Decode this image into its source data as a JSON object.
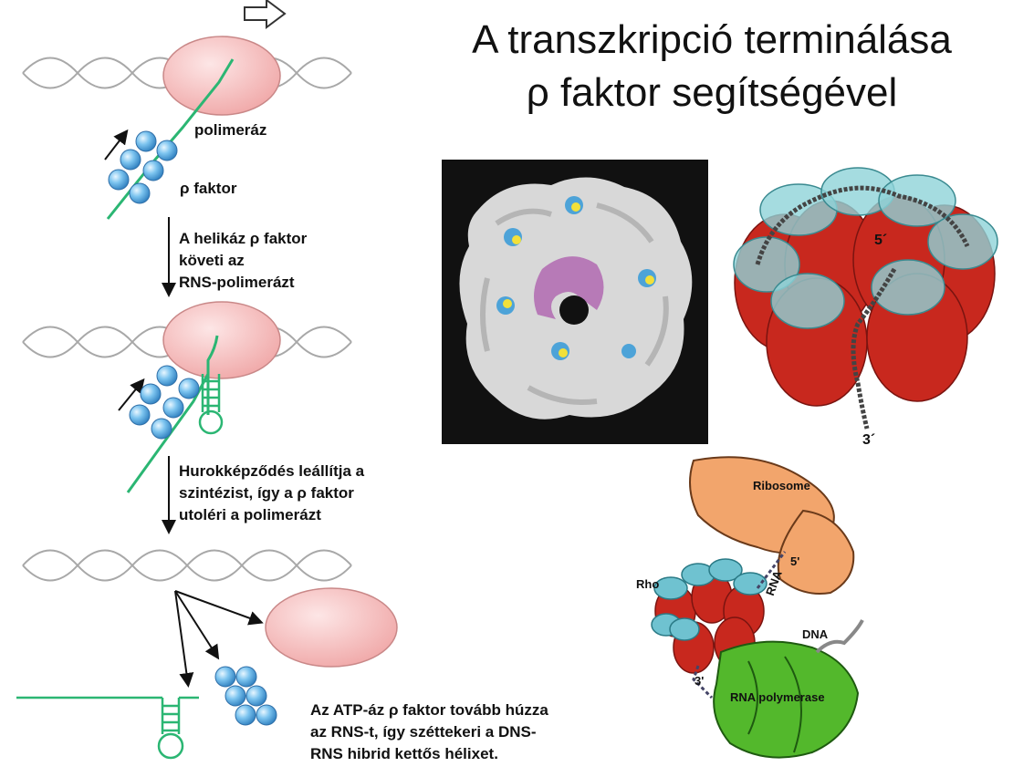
{
  "title": {
    "line1": "A transzkripció terminálása",
    "line2": "ρ faktor segítségével"
  },
  "steps": {
    "polymerase_label": "polimeráz",
    "rho_label": "ρ faktor",
    "step1": [
      "A helikáz ρ faktor",
      "követi az",
      "RNS-polimerázt"
    ],
    "step2": [
      "Hurokképződés leállítja a",
      "szintézist, így a ρ faktor",
      "utoléri a polimerázt"
    ],
    "step3": [
      "Az ATP-áz ρ faktor tovább húzza",
      "az RNS-t, így széttekeri a DNS-",
      "RNS hibrid kettős hélixet."
    ]
  },
  "hexamer_diagram": {
    "label_5prime": "5´",
    "label_3prime": "3´"
  },
  "ribosome_diagram": {
    "ribosome": "Ribosome",
    "rho": "Rho",
    "rna": "RNA",
    "dna": "DNA",
    "rna_polymerase": "RNA polymerase",
    "label_5prime": "5'",
    "label_3prime": "3'"
  },
  "colors": {
    "polymerase_fill": "#f7c7c7",
    "rho_subunit": "#6ab4e8",
    "rna_strand": "#2bb673",
    "dna_helix": "#a8a8a8",
    "hexamer_red": "#c8281e",
    "hexamer_cyan": "#8fd3d8",
    "ribosome": "#f2a56c",
    "rna_polymerase": "#53b82c"
  }
}
